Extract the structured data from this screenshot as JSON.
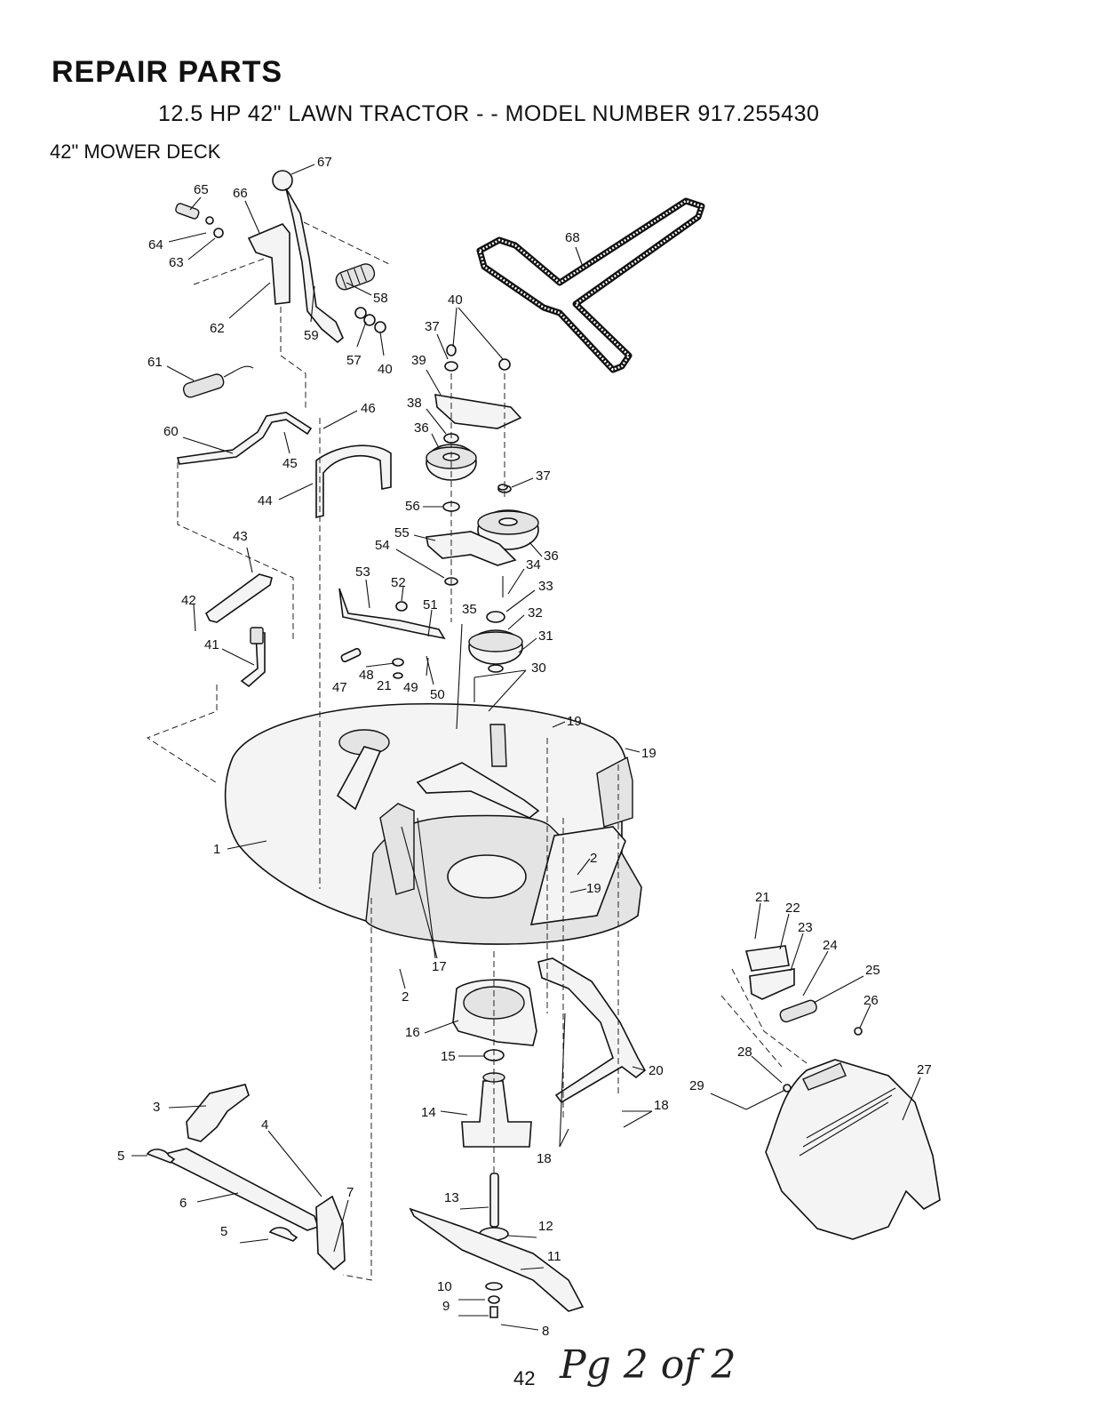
{
  "header": {
    "title": "REPAIR PARTS",
    "subtitle": "12.5 HP 42\" LAWN TRACTOR - - MODEL NUMBER 917.255430",
    "section": "42\" MOWER DECK"
  },
  "footer": {
    "page_number": "42",
    "handwritten_note": "Pg 2 of 2"
  },
  "callouts": [
    {
      "id": "c67",
      "label": "67"
    },
    {
      "id": "c65",
      "label": "65"
    },
    {
      "id": "c66",
      "label": "66"
    },
    {
      "id": "c64",
      "label": "64"
    },
    {
      "id": "c63",
      "label": "63"
    },
    {
      "id": "c68",
      "label": "68"
    },
    {
      "id": "c58",
      "label": "58"
    },
    {
      "id": "c62",
      "label": "62"
    },
    {
      "id": "c59",
      "label": "59"
    },
    {
      "id": "c57",
      "label": "57"
    },
    {
      "id": "c40a",
      "label": "40"
    },
    {
      "id": "c40b",
      "label": "40"
    },
    {
      "id": "c37a",
      "label": "37"
    },
    {
      "id": "c39",
      "label": "39"
    },
    {
      "id": "c61",
      "label": "61"
    },
    {
      "id": "c46",
      "label": "46"
    },
    {
      "id": "c38",
      "label": "38"
    },
    {
      "id": "c36a",
      "label": "36"
    },
    {
      "id": "c60",
      "label": "60"
    },
    {
      "id": "c45",
      "label": "45"
    },
    {
      "id": "c37b",
      "label": "37"
    },
    {
      "id": "c44",
      "label": "44"
    },
    {
      "id": "c56",
      "label": "56"
    },
    {
      "id": "c55",
      "label": "55"
    },
    {
      "id": "c54",
      "label": "54"
    },
    {
      "id": "c43",
      "label": "43"
    },
    {
      "id": "c36b",
      "label": "36"
    },
    {
      "id": "c34",
      "label": "34"
    },
    {
      "id": "c53",
      "label": "53"
    },
    {
      "id": "c52",
      "label": "52"
    },
    {
      "id": "c33",
      "label": "33"
    },
    {
      "id": "c51",
      "label": "51"
    },
    {
      "id": "c35",
      "label": "35"
    },
    {
      "id": "c32",
      "label": "32"
    },
    {
      "id": "c42",
      "label": "42"
    },
    {
      "id": "c31",
      "label": "31"
    },
    {
      "id": "c41",
      "label": "41"
    },
    {
      "id": "c30",
      "label": "30"
    },
    {
      "id": "c48",
      "label": "48"
    },
    {
      "id": "c47",
      "label": "47"
    },
    {
      "id": "c21a",
      "label": "21"
    },
    {
      "id": "c49",
      "label": "49"
    },
    {
      "id": "c50",
      "label": "50"
    },
    {
      "id": "c19a",
      "label": "19"
    },
    {
      "id": "c19b",
      "label": "19"
    },
    {
      "id": "c1",
      "label": "1"
    },
    {
      "id": "c2a",
      "label": "2"
    },
    {
      "id": "c19c",
      "label": "19"
    },
    {
      "id": "c21b",
      "label": "21"
    },
    {
      "id": "c22",
      "label": "22"
    },
    {
      "id": "c23",
      "label": "23"
    },
    {
      "id": "c24",
      "label": "24"
    },
    {
      "id": "c17",
      "label": "17"
    },
    {
      "id": "c25",
      "label": "25"
    },
    {
      "id": "c2b",
      "label": "2"
    },
    {
      "id": "c26",
      "label": "26"
    },
    {
      "id": "c16",
      "label": "16"
    },
    {
      "id": "c28",
      "label": "28"
    },
    {
      "id": "c15",
      "label": "15"
    },
    {
      "id": "c20",
      "label": "20"
    },
    {
      "id": "c27",
      "label": "27"
    },
    {
      "id": "c29",
      "label": "29"
    },
    {
      "id": "c3",
      "label": "3"
    },
    {
      "id": "c18a",
      "label": "18"
    },
    {
      "id": "c14",
      "label": "14"
    },
    {
      "id": "c4",
      "label": "4"
    },
    {
      "id": "c5a",
      "label": "5"
    },
    {
      "id": "c18b",
      "label": "18"
    },
    {
      "id": "c6",
      "label": "6"
    },
    {
      "id": "c7",
      "label": "7"
    },
    {
      "id": "c13",
      "label": "13"
    },
    {
      "id": "c12",
      "label": "12"
    },
    {
      "id": "c5b",
      "label": "5"
    },
    {
      "id": "c11",
      "label": "11"
    },
    {
      "id": "c10",
      "label": "10"
    },
    {
      "id": "c9",
      "label": "9"
    },
    {
      "id": "c8",
      "label": "8"
    }
  ]
}
